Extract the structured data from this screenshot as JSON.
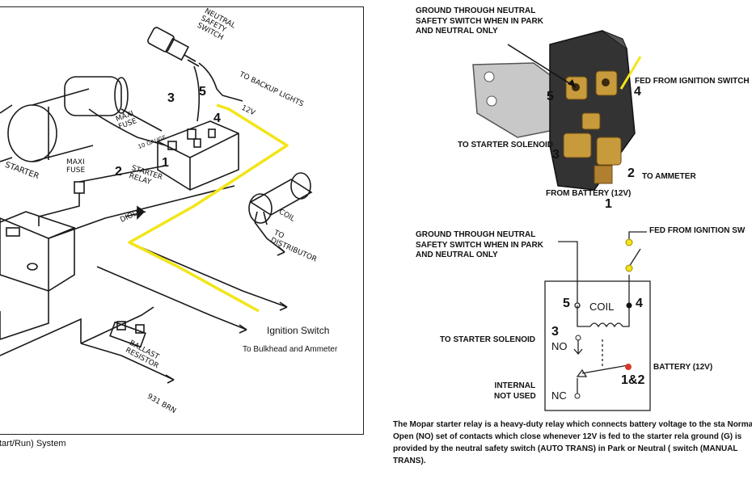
{
  "left_diagram": {
    "labels": {
      "neutral_safety_switch": [
        "NEUTRAL",
        "SAFETY",
        "SWITCH"
      ],
      "to_backup_lights": "TO BACKUP LIGHTS",
      "v12": "12V",
      "maxi_fuse_top": [
        "MAXI",
        "FUSE"
      ],
      "ten_gauge": "10 GAUGE",
      "starter": "STARTER",
      "maxi_fuse_left": [
        "MAXI",
        "FUSE"
      ],
      "starter_relay": [
        "STARTER",
        "RELAY"
      ],
      "diode": "DIODE",
      "coil": "COIL",
      "to_distributor": [
        "TO",
        "DISTRIBUTOR"
      ],
      "ignition_switch": "Ignition Switch",
      "to_bulkhead": "To Bulkhead and Ammeter",
      "ballast_resistor": [
        "BALLAST",
        "RESISTOR"
      ],
      "brn": "931 BRN"
    },
    "numbers": [
      "3",
      "5",
      "4",
      "1",
      "2"
    ],
    "caption": "tart/Run) System"
  },
  "photo": {
    "ground_label": [
      "GROUND THROUGH NEUTRAL",
      "SAFETY SWITCH WHEN IN PARK",
      "AND NEUTRAL ONLY"
    ],
    "fed_label": "FED FROM IGNITION SWITCH",
    "to_starter_solenoid": "TO STARTER SOLENOID",
    "to_ammeter": "TO AMMETER",
    "from_battery": "FROM BATTERY (12V)",
    "num_5": "5",
    "num_4": "4",
    "num_3": "3",
    "num_2": "2",
    "num_1": "1"
  },
  "schematic": {
    "ground_label": [
      "GROUND THROUGH NEUTRAL",
      "SAFETY SWITCH WHEN IN PARK",
      "AND NEUTRAL ONLY"
    ],
    "fed_label": "FED FROM IGNITION SW",
    "to_starter_solenoid": "TO STARTER SOLENOID",
    "battery": "BATTERY (12V)",
    "internal": [
      "INTERNAL",
      "NOT USED"
    ],
    "coil": "COIL",
    "no": "NO",
    "nc": "NC",
    "num_5": "5",
    "num_4": "4",
    "num_3": "3",
    "num_12": "1&2"
  },
  "footer": "The Mopar starter relay is a heavy-duty relay which connects battery voltage to the sta Normally Open (NO) set of contacts which close whenever 12V is fed to the starter rela ground (G) is provided by the neutral safety switch (AUTO TRANS) in Park or Neutral ( switch (MANUAL TRANS).",
  "colors": {
    "highlight_yellow": "#f2e51a",
    "battery_dot": "#d63a2a",
    "wire_black": "#1a1a1a"
  }
}
